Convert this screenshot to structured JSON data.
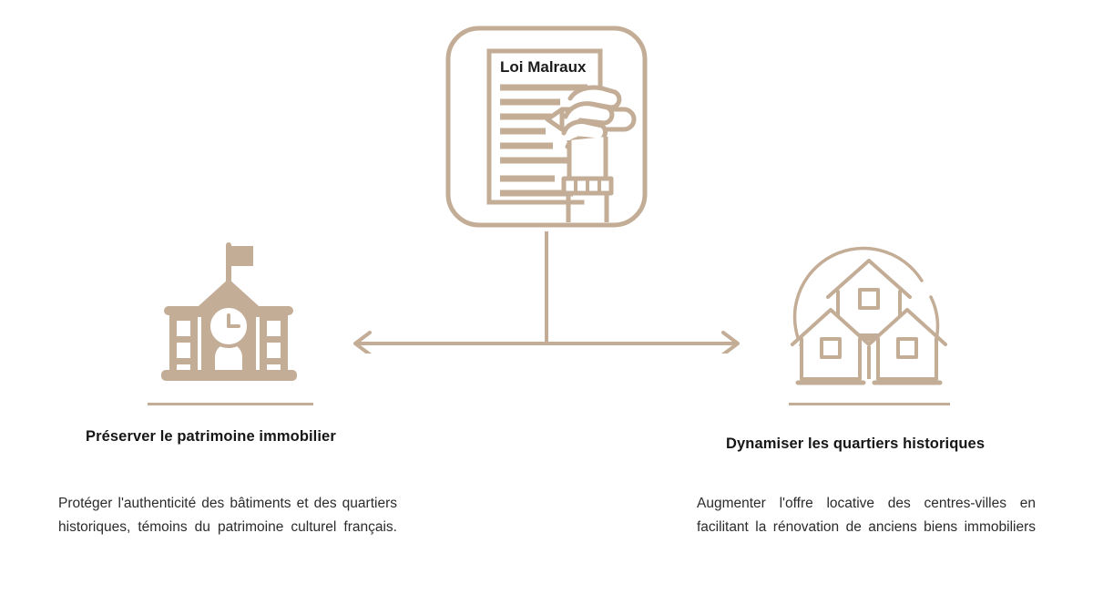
{
  "theme": {
    "background": "#ffffff",
    "accent": "#c3ad96",
    "accent_light": "#c9b6a1",
    "heading_color": "#161616",
    "body_color": "#2b2b2b"
  },
  "center": {
    "icon_name": "document-signing-card",
    "document_title": "Loi Malraux",
    "document_line_count": 8
  },
  "connector": {
    "icon_name": "bidirectional-arrow-connector",
    "direction": "both"
  },
  "branches": [
    {
      "side": "left",
      "icon_name": "historic-town-hall-building-icon",
      "heading": "Préserver le patrimoine immobilier",
      "body": "Protéger l'authenticité des bâtiments et des quartiers historiques, témoins du patrimoine culturel français."
    },
    {
      "side": "right",
      "icon_name": "three-houses-neighborhood-icon",
      "heading": "Dynamiser les quartiers historiques",
      "body": "Augmenter l'offre locative des centres-villes en facilitant la rénovation de anciens biens immobiliers"
    }
  ]
}
